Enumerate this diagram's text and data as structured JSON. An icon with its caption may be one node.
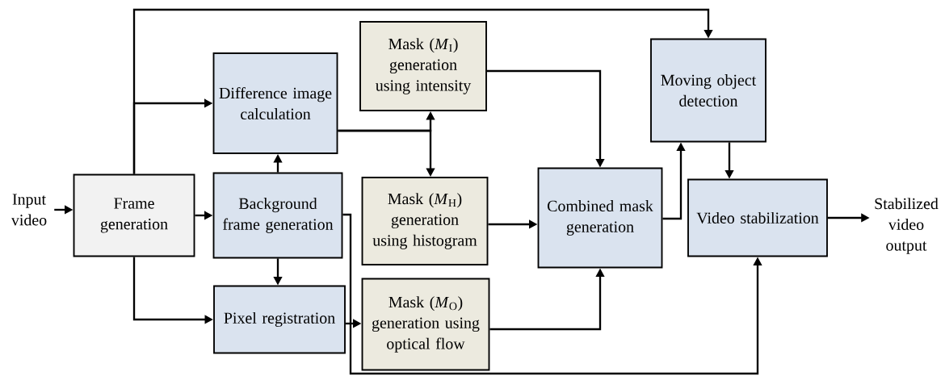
{
  "diagram": {
    "nodes": [
      {
        "text": [
          "Input video"
        ]
      },
      {
        "text": [
          "Frame generation"
        ]
      },
      {
        "text": [
          "Difference image calculation"
        ]
      },
      {
        "text": [
          "Background frame generation"
        ]
      },
      {
        "text": [
          "Pixel registration"
        ]
      },
      {
        "text": [
          "Mask (*M*$_{I}$) generation using intensity"
        ]
      },
      {
        "text": [
          "Mask (*M*$_{H}$) generation using histogram"
        ]
      },
      {
        "text": [
          "Mask (*M*$_{O}$) generation using optical flow"
        ]
      },
      {
        "text": [
          "Combined mask generation"
        ]
      },
      {
        "text": [
          "Moving object detection"
        ]
      },
      {
        "text": [
          "Video stabilization"
        ]
      },
      {
        "text": [
          "Stabilized video output"
        ]
      }
    ],
    "edges": [
      {
        "from": 0,
        "to": 1,
        "arrow": "to"
      },
      {
        "from": 1,
        "to": 3,
        "arrow": "to"
      },
      {
        "from": 1,
        "to": 2,
        "arrow": "to"
      },
      {
        "from": 1,
        "to": 9,
        "arrow": "to"
      },
      {
        "from": 1,
        "to": 4,
        "arrow": "to"
      },
      {
        "from": 3,
        "to": 2,
        "arrow": "to"
      },
      {
        "from": 3,
        "to": 4,
        "arrow": "to"
      },
      {
        "from": 2,
        "to": 5,
        "arrow": "to"
      },
      {
        "from": 2,
        "to": 6,
        "arrow": "to"
      },
      {
        "from": 5,
        "to": 8,
        "arrow": "to"
      },
      {
        "from": 6,
        "to": 8,
        "arrow": "to"
      },
      {
        "from": 7,
        "to": 8,
        "arrow": "to"
      },
      {
        "from": 8,
        "to": 9,
        "arrow": "to"
      },
      {
        "from": 9,
        "to": 10,
        "arrow": "to"
      },
      {
        "from": 3,
        "to": 10,
        "arrow": "to"
      },
      {
        "from": 4,
        "to": 7,
        "arrow": "to"
      },
      {
        "from": 10,
        "to": 11,
        "arrow": "to"
      }
    ]
  }
}
